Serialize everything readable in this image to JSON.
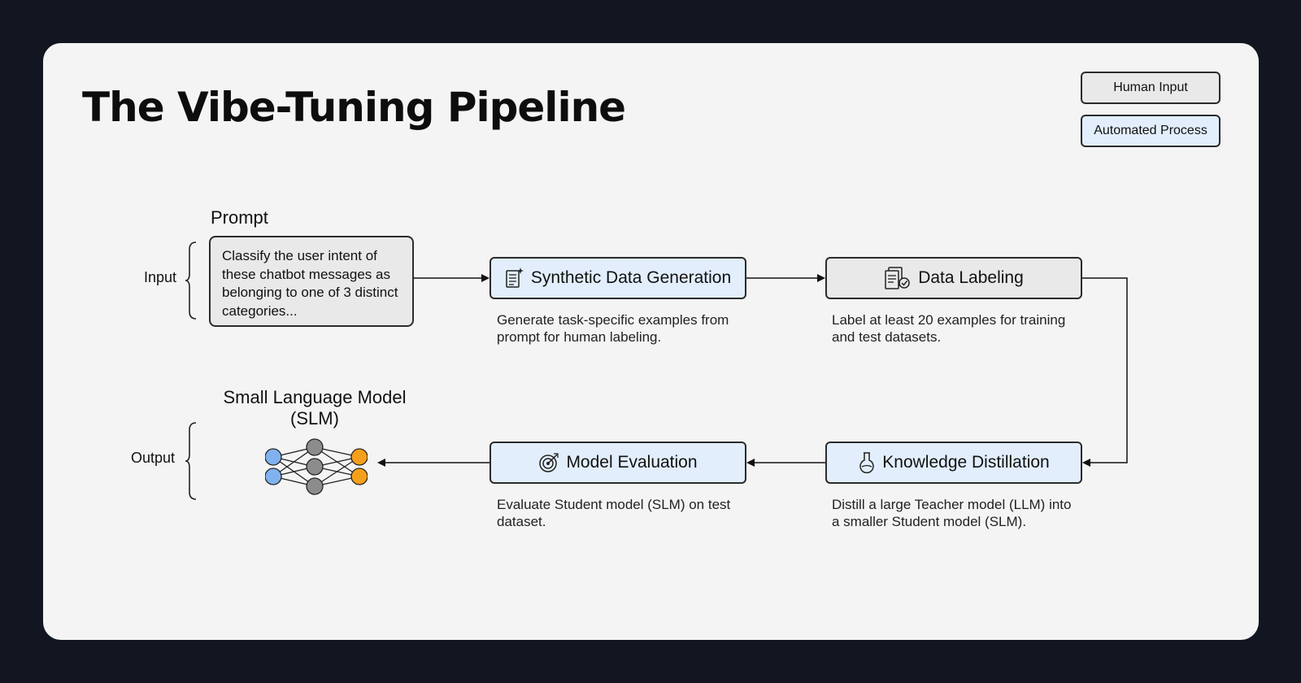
{
  "title": "The Vibe-Tuning Pipeline",
  "legend": {
    "human_input": "Human Input",
    "automated_process": "Automated Process"
  },
  "input_section": {
    "label": "Input",
    "prompt_heading": "Prompt",
    "prompt_text": "Classify the user intent of these chatbot messages as belonging to one of 3 distinct categories..."
  },
  "output_section": {
    "label": "Output",
    "model_title": "Small Language Model (SLM)"
  },
  "steps": [
    {
      "label": "Synthetic Data Generation",
      "kind": "Automated Process",
      "icon": "document-sparkle-icon",
      "description": "Generate task-specific examples from prompt for human labeling."
    },
    {
      "label": "Data Labeling",
      "kind": "Human Input",
      "icon": "document-check-icon",
      "description": "Label at least 20 examples for training and test datasets."
    },
    {
      "label": "Knowledge Distillation",
      "kind": "Automated Process",
      "icon": "flask-icon",
      "description": "Distill a large Teacher model (LLM) into a smaller Student model (SLM)."
    },
    {
      "label": "Model Evaluation",
      "kind": "Automated Process",
      "icon": "target-icon",
      "description": "Evaluate Student model (SLM) on test dataset."
    }
  ],
  "colors": {
    "page_background": "#111620",
    "canvas": "#f4f4f4",
    "human_fill": "#e9e9e9",
    "automated_fill": "#e2eefc",
    "network_input_nodes": "#7fb2ee",
    "network_hidden_nodes": "#8c8c8c",
    "network_output_nodes": "#f5a01c"
  }
}
